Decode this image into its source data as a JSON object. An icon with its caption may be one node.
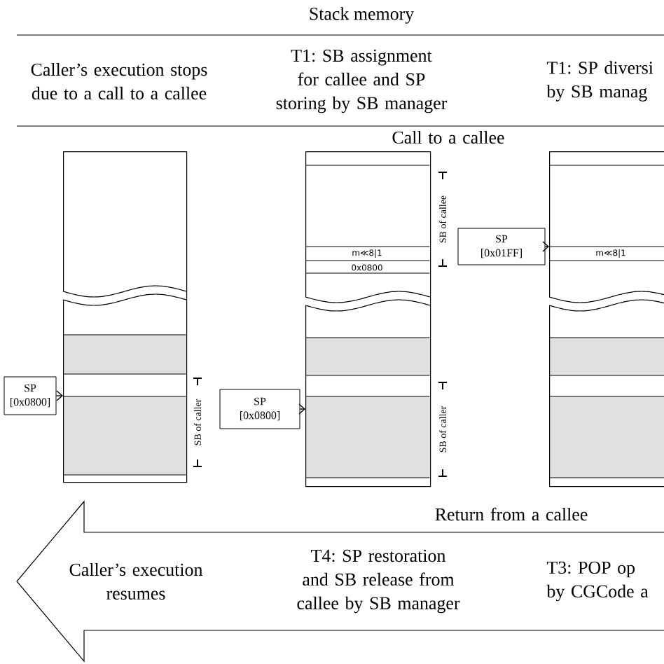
{
  "diagram": {
    "title": "Stack memory",
    "nodes": [
      {
        "text": [],
        "shape": "box"
      },
      {
        "text": [],
        "shape": "box"
      },
      {
        "text": [],
        "shape": "box"
      },
      {
        "text": [
          "m≪8|1"
        ],
        "in": 1
      },
      {
        "text": [
          "0x0800"
        ],
        "in": 1
      },
      {
        "text": [
          "m≪8|1"
        ],
        "in": 2
      },
      {
        "text": [
          "SP",
          "[0x0800]"
        ]
      },
      {
        "text": [
          "SP",
          "[0x0800]"
        ]
      },
      {
        "text": [
          "SP",
          "[0x01FF]"
        ]
      },
      {
        "text": [
          "Return from a callee",
          "Caller’s execution resumes",
          "T4: SP restoration and SB release from callee by SB manager",
          "T3: POP op by CGCode a"
        ]
      }
    ],
    "edges": [
      {
        "from": 6,
        "to": 0,
        "arrow": "to"
      },
      {
        "from": 7,
        "to": 1,
        "arrow": "to"
      },
      {
        "from": 8,
        "to": 2,
        "arrow": "to"
      }
    ],
    "labels": [
      "Caller’s execution stops due to a call to a callee",
      "T1: SB assignment for callee and SP storing by SB manager",
      "T1: SP diversi by SB manag",
      "Call to a callee",
      "SB of callee",
      "SB of caller",
      "SB of caller"
    ]
  }
}
